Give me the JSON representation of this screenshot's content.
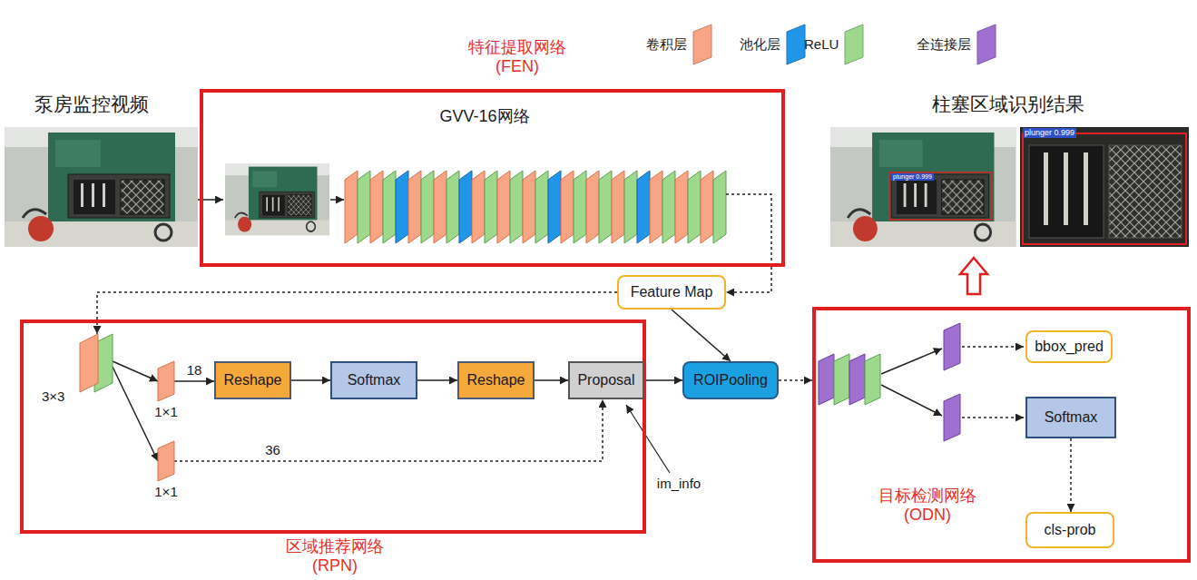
{
  "diagram": {
    "nodes": [
      {
        "text": [
          "特征提取网络 (FEN)",
          "GVV-16网络"
        ]
      },
      {
        "text": [
          "Feature Map"
        ]
      },
      {
        "text": [
          "区域推荐网络 (RPN)"
        ]
      },
      {
        "text": [
          "3×3"
        ],
        "in": 2
      },
      {
        "text": [
          "1×1"
        ],
        "in": 2
      },
      {
        "text": [
          "1×1"
        ],
        "in": 2
      },
      {
        "text": [
          "Reshape"
        ],
        "in": 2
      },
      {
        "text": [
          "Softmax"
        ],
        "in": 2
      },
      {
        "text": [
          "Reshape"
        ],
        "in": 2
      },
      {
        "text": [
          "Proposal"
        ],
        "in": 2
      },
      {
        "text": [
          "ROIPooling"
        ]
      },
      {
        "text": [
          "目标检测网络 (ODN)"
        ]
      },
      {
        "text": [
          "bbox_pred"
        ],
        "in": 11
      },
      {
        "text": [
          "Softmax"
        ],
        "in": 11
      },
      {
        "text": [
          "cls-prob"
        ],
        "in": 11
      }
    ],
    "edges": [
      {
        "from": 0,
        "to": 1,
        "arrow": "to"
      },
      {
        "from": 1,
        "to": 3,
        "arrow": "to"
      },
      {
        "from": 1,
        "to": 10,
        "arrow": "to"
      },
      {
        "from": 3,
        "to": 4,
        "arrow": "to"
      },
      {
        "from": 3,
        "to": 5,
        "arrow": "to"
      },
      {
        "from": 4,
        "to": 6,
        "label": "18",
        "arrow": "to"
      },
      {
        "from": 6,
        "to": 7,
        "arrow": "to"
      },
      {
        "from": 7,
        "to": 8,
        "arrow": "to"
      },
      {
        "from": 8,
        "to": 9,
        "arrow": "to"
      },
      {
        "from": 5,
        "to": 9,
        "label": "36",
        "arrow": "to"
      },
      {
        "from": 9,
        "to": 10,
        "arrow": "to"
      },
      {
        "from": 10,
        "to": 11,
        "arrow": "to"
      },
      {
        "from": 13,
        "to": 14,
        "arrow": "to"
      }
    ],
    "labels": [
      "泵房监控视频",
      "柱塞区域识别结果",
      "plunger 0.999",
      "plunger 0.999",
      "im_info"
    ],
    "legend": [
      {
        "text": "卷积层",
        "color": "#f8a585"
      },
      {
        "text": "池化层",
        "color": "#2196e8"
      },
      {
        "text": "ReLU",
        "color": "#9ed88c"
      },
      {
        "text": "全连接层",
        "color": "#a070d0"
      }
    ]
  }
}
